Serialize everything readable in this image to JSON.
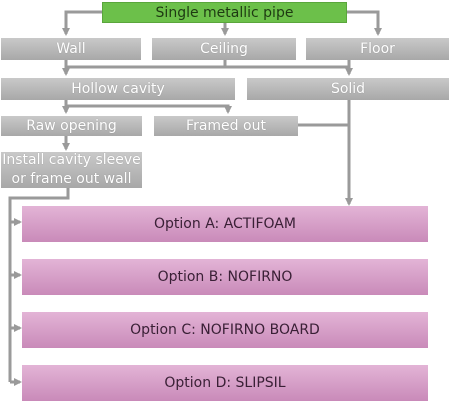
{
  "colors": {
    "start": "#6cc04a",
    "decision": "#b8b8b8",
    "option": "#d9a4cb",
    "connector": "#9a9a9a"
  },
  "nodes": {
    "start": "Single metallic pipe",
    "wall": "Wall",
    "ceiling": "Ceiling",
    "floor": "Floor",
    "hollow": "Hollow cavity",
    "solid": "Solid",
    "raw": "Raw opening",
    "framed": "Framed out",
    "install_line1": "Install cavity sleeve",
    "install_line2": "or frame out wall",
    "option_a": "Option A: ACTIFOAM",
    "option_b": "Option B: NOFIRNO",
    "option_c": "Option C: NOFIRNO BOARD",
    "option_d": "Option D: SLIPSIL"
  }
}
